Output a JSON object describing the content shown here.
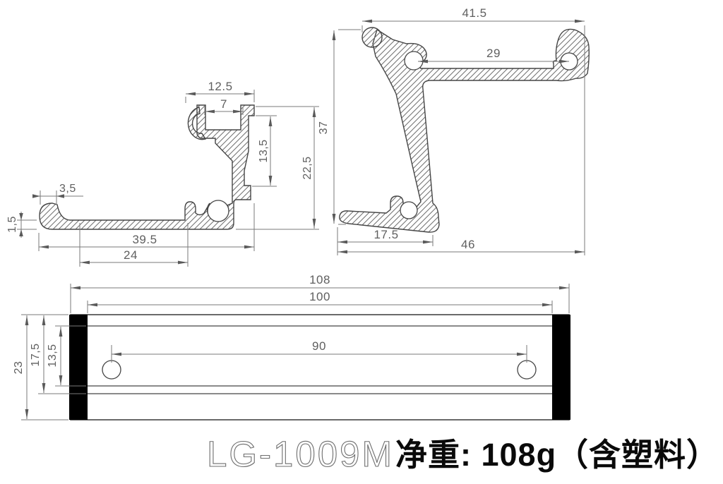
{
  "caption": {
    "model": "LG-1009M",
    "weight": "净重: 108g（含塑料）"
  },
  "left_section_dims": {
    "outer_top_width": "12.5",
    "slot_width": "7",
    "upper_height": "13,5",
    "overall_height": "22,5",
    "foot_width": "3,5",
    "base_length": "39.5",
    "base_inner_length": "24",
    "base_thickness": "1,5"
  },
  "right_section_dims": {
    "overall_width": "41.5",
    "clip_span": "29",
    "overall_height": "37",
    "foot_length": "17.5",
    "total_width": "46"
  },
  "front_view_dims": {
    "overall_length": "108",
    "inner_length": "100",
    "hole_spacing": "90",
    "overall_height": "23",
    "outer_height": "17,5",
    "inner_height": "13,5"
  },
  "colors": {
    "outline": "#454545",
    "dimension": "#777777",
    "hatch": "#6f6f6f",
    "end_cap": "#000000",
    "background": "#ffffff"
  }
}
